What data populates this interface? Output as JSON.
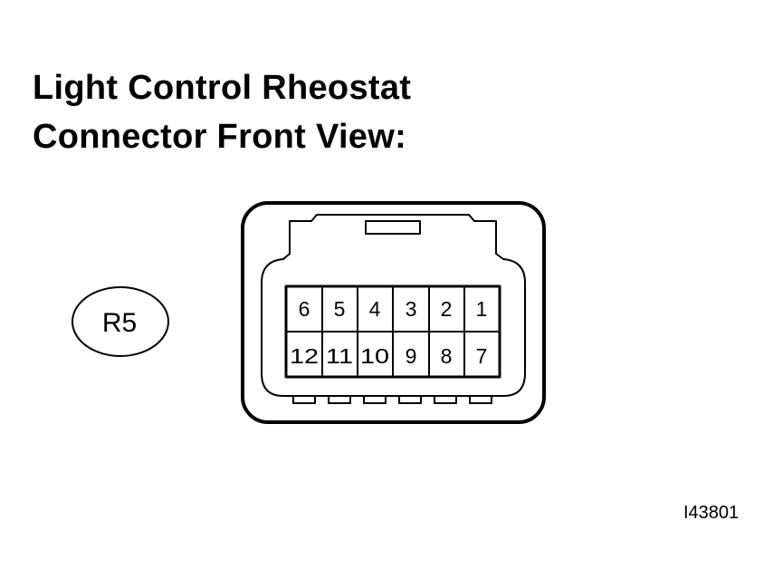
{
  "title": {
    "line1": "Light Control Rheostat",
    "line2": "Connector Front View:"
  },
  "connector_code": "R5",
  "pins": {
    "top_row": [
      "6",
      "5",
      "4",
      "3",
      "2",
      "1"
    ],
    "bottom_row": [
      "12",
      "11",
      "10",
      "9",
      "8",
      "7"
    ]
  },
  "figure_id": "I43801",
  "colors": {
    "line": "#000000",
    "background": "#ffffff"
  }
}
